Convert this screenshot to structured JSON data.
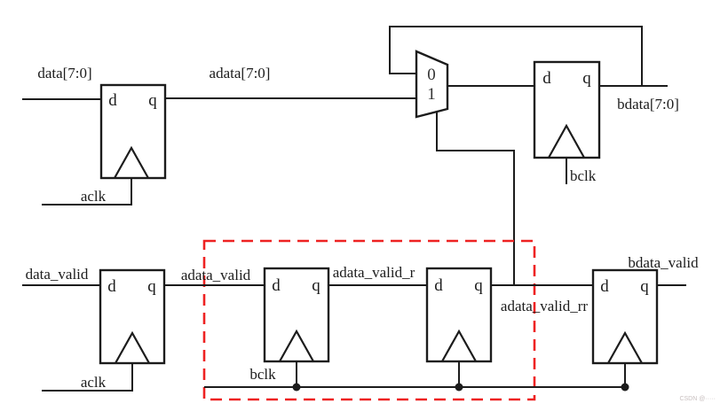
{
  "diagram_type": "clock-domain-crossing-synchronizer-schematic",
  "signals": {
    "data_bus": "data[7:0]",
    "adata_bus": "adata[7:0]",
    "bdata_bus": "bdata[7:0]",
    "data_valid": "data_valid",
    "adata_valid": "adata_valid",
    "adata_valid_r": "adata_valid_r",
    "adata_valid_rr": "adata_valid_rr",
    "bdata_valid": "bdata_valid"
  },
  "clocks": {
    "aclk": "aclk",
    "bclk": "bclk"
  },
  "flip_flop": {
    "d": "d",
    "q": "q"
  },
  "mux": {
    "input0": "0",
    "input1": "1"
  },
  "colors": {
    "wire": "#1c1c1c",
    "sync_highlight_red": "#ee2222",
    "background": "#ffffff",
    "watermark_gray": "#c9c0c0"
  },
  "watermark": "CSDN @·····"
}
